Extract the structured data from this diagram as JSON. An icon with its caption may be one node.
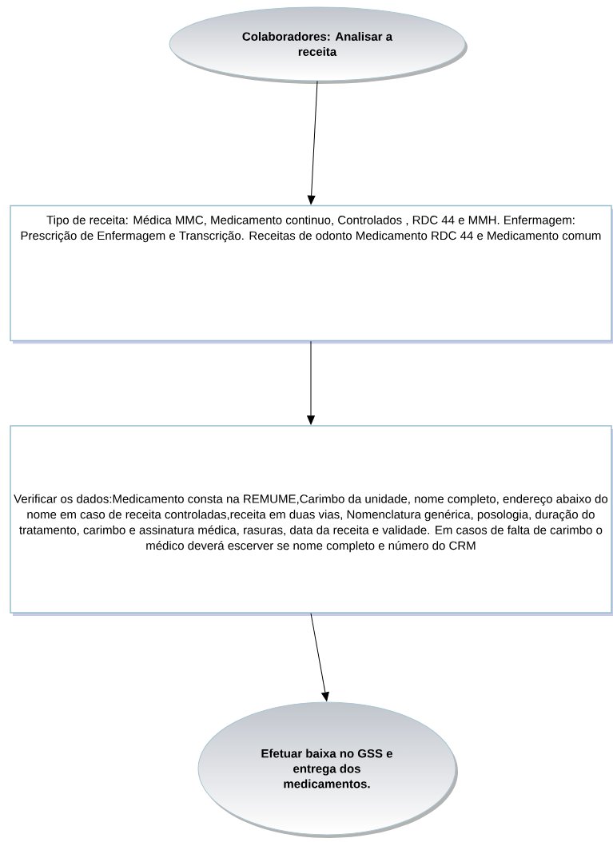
{
  "diagram": {
    "nodes": [
      {
        "text": [
          "Colaboradores: Analisar a receita"
        ]
      },
      {
        "text": [
          "Tipo de receita: Médica MMC, Medicamento continuo, Controlados , RDC 44 e MMH. Enfermagem: Prescrição de Enfermagem e Transcrição. Receitas de odonto Medicamento RDC 44 e Medicamento comum"
        ]
      },
      {
        "text": [
          "Verificar os dados:Medicamento consta na REMUME,Carimbo da unidade, nome completo, endereço abaixo do nome em caso de receita controladas,receita em duas  vias, Nomenclatura genérica, posologia, duração do tratamento, carimbo e assinatura médica, rasuras, data da receita e validade. Em casos de falta de carimbo o médico deverá escerver se nome completo e número do CRM"
        ]
      },
      {
        "text": [
          "**Efetuar baixa no GSS e entrega dos medicamentos**."
        ]
      }
    ],
    "edges": [
      {
        "from": 0,
        "to": 1,
        "arrow": "to"
      },
      {
        "from": 1,
        "to": 2,
        "arrow": "to"
      },
      {
        "from": 2,
        "to": 3,
        "arrow": "to"
      }
    ]
  }
}
